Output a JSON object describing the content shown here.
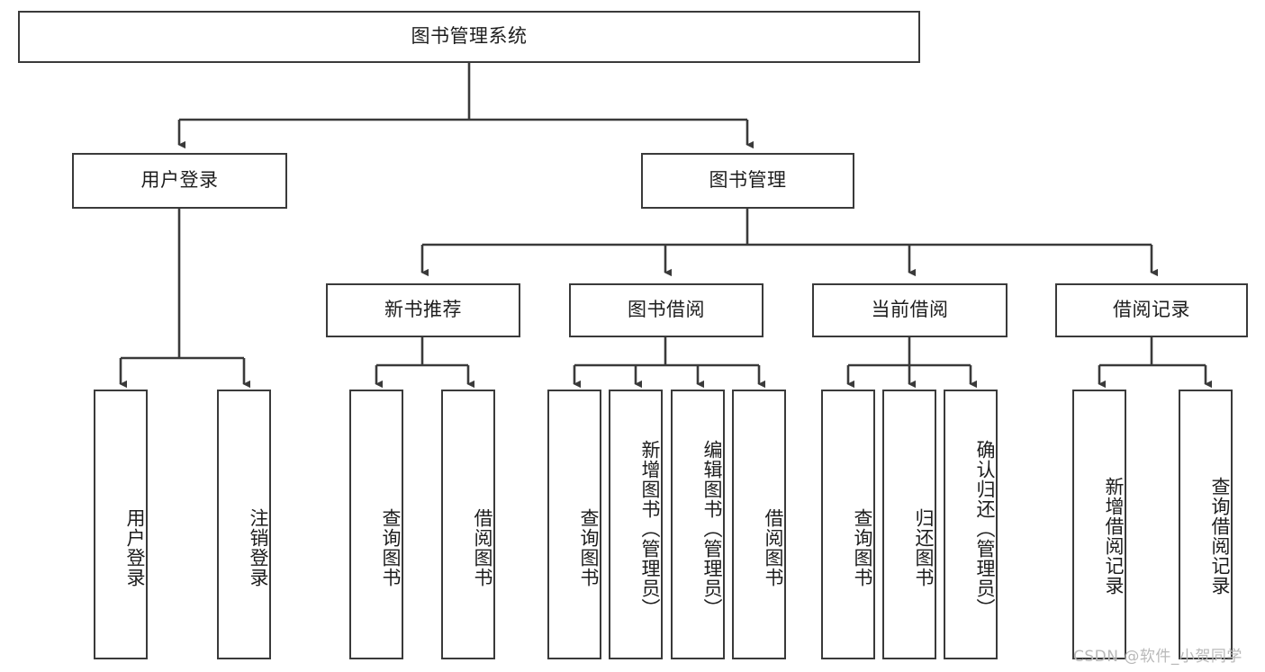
{
  "diagram": {
    "title": "图书管理系统",
    "type": "tree-hierarchy",
    "root": {
      "label": "图书管理系统",
      "orientation": "horizontal"
    },
    "level2": [
      {
        "label": "用户登录",
        "orientation": "horizontal"
      },
      {
        "label": "图书管理",
        "orientation": "horizontal"
      }
    ],
    "level3": [
      {
        "label": "新书推荐",
        "orientation": "horizontal",
        "parent": "图书管理"
      },
      {
        "label": "图书借阅",
        "orientation": "horizontal",
        "parent": "图书管理"
      },
      {
        "label": "当前借阅",
        "orientation": "horizontal",
        "parent": "图书管理"
      },
      {
        "label": "借阅记录",
        "orientation": "horizontal",
        "parent": "图书管理"
      }
    ],
    "leaves": {
      "user_login": [
        {
          "label": "用户登录",
          "orientation": "vertical"
        },
        {
          "label": "注销登录",
          "orientation": "vertical"
        }
      ],
      "new_book_recommend": [
        {
          "label": "查询图书",
          "orientation": "vertical"
        },
        {
          "label": "借阅图书",
          "orientation": "vertical"
        }
      ],
      "book_borrow": [
        {
          "label": "查询图书",
          "orientation": "vertical"
        },
        {
          "label": "新增图书（管理员）",
          "orientation": "vertical"
        },
        {
          "label": "编辑图书（管理员）",
          "orientation": "vertical"
        },
        {
          "label": "借阅图书",
          "orientation": "vertical"
        }
      ],
      "current_borrow": [
        {
          "label": "查询图书",
          "orientation": "vertical"
        },
        {
          "label": "归还图书",
          "orientation": "vertical"
        },
        {
          "label": "确认归还（管理员）",
          "orientation": "vertical"
        }
      ],
      "borrow_record": [
        {
          "label": "新增借阅记录",
          "orientation": "vertical"
        },
        {
          "label": "查询借阅记录",
          "orientation": "vertical"
        }
      ]
    }
  },
  "watermark": {
    "text": "CSDN @软件_小贺同学"
  },
  "colors": {
    "background": "#ffffff",
    "box_border": "#3a3a3a",
    "box_fill": "#ffffff",
    "text": "#1d1d1d",
    "connector": "#3a3a3a",
    "watermark": "#b9b9b9"
  }
}
